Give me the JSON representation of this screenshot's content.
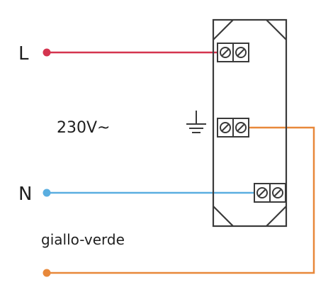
{
  "labels": {
    "phase": "L",
    "neutral": "N",
    "voltage": "230V~",
    "earth_wire": "giallo-verde"
  },
  "icons": {
    "earth": "earth-ground-icon",
    "terminal": "screw-terminal-icon"
  },
  "colors": {
    "phase_wire": "#d4344f",
    "neutral_wire": "#5aaee0",
    "earth_wire": "#e8883a",
    "outline": "#3a3a3a",
    "text": "#1f1f1f"
  }
}
